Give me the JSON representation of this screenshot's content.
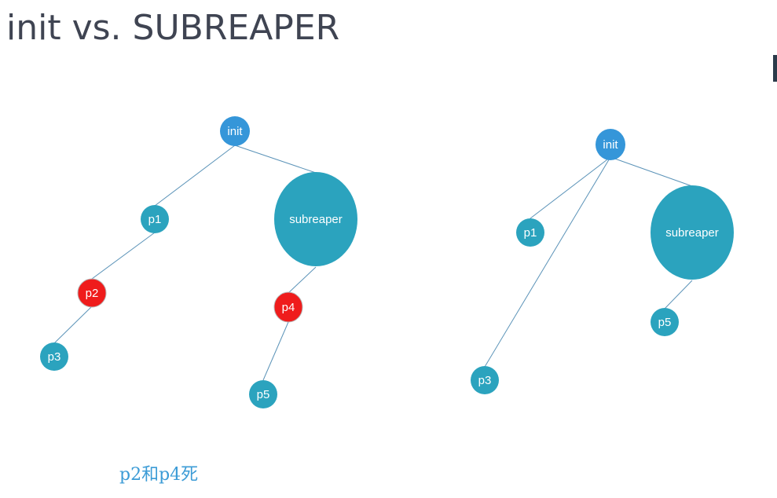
{
  "title": "init vs. SUBREAPER",
  "caption": "p2和p4死",
  "colors": {
    "root": "#3596d9",
    "normal": "#2ba3be",
    "dead": "#ef1c1c",
    "edge": "#5b93b8",
    "title": "#3f4452",
    "caption": "#3b9bd6"
  },
  "left_tree": {
    "nodes": {
      "init": "init",
      "p1": "p1",
      "subreaper": "subreaper",
      "p2": "p2",
      "p3": "p3",
      "p4": "p4",
      "p5": "p5"
    },
    "dead_nodes": [
      "p2",
      "p4"
    ]
  },
  "right_tree": {
    "nodes": {
      "init": "init",
      "p1": "p1",
      "subreaper": "subreaper",
      "p3": "p3",
      "p5": "p5"
    }
  }
}
